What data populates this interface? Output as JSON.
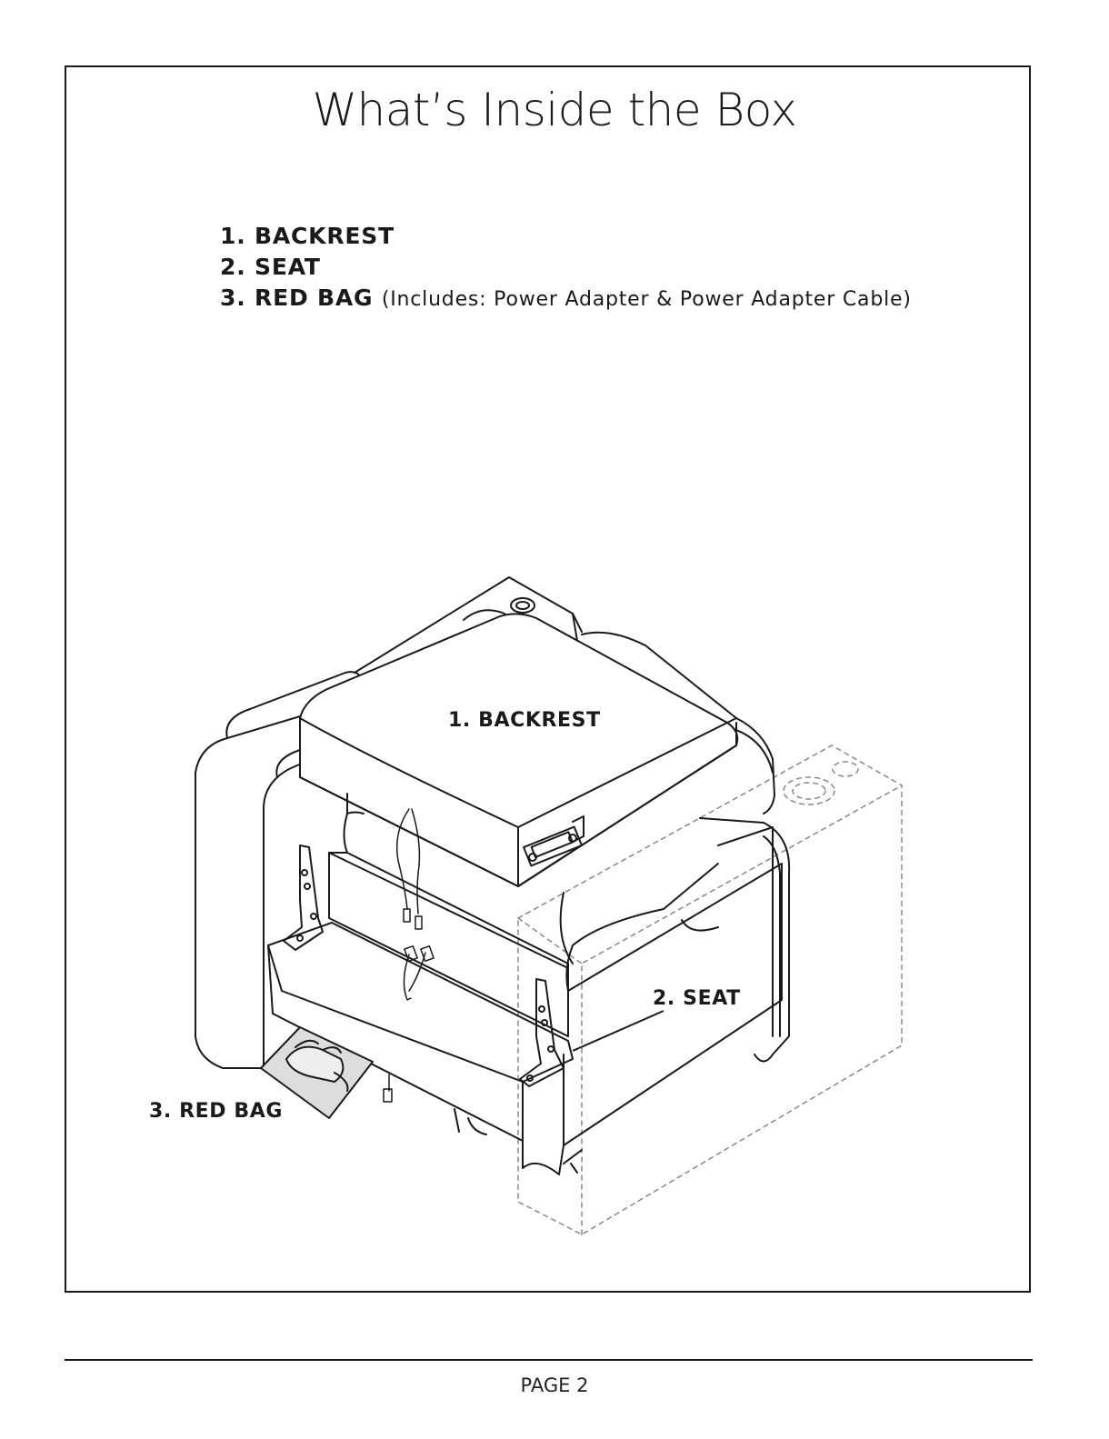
{
  "page": {
    "title": "What’s Inside the Box",
    "page_number": "PAGE 2"
  },
  "contents": {
    "items": [
      {
        "number": "1.",
        "label": "BACKREST",
        "note": ""
      },
      {
        "number": "2.",
        "label": "SEAT",
        "note": ""
      },
      {
        "number": "3.",
        "label": "RED BAG",
        "note": "(Includes: Power Adapter & Power Adapter Cable)"
      }
    ]
  },
  "illustration": {
    "callouts": {
      "backrest": "1. BACKREST",
      "seat": "2. SEAT",
      "red_bag": "3. RED BAG"
    }
  }
}
